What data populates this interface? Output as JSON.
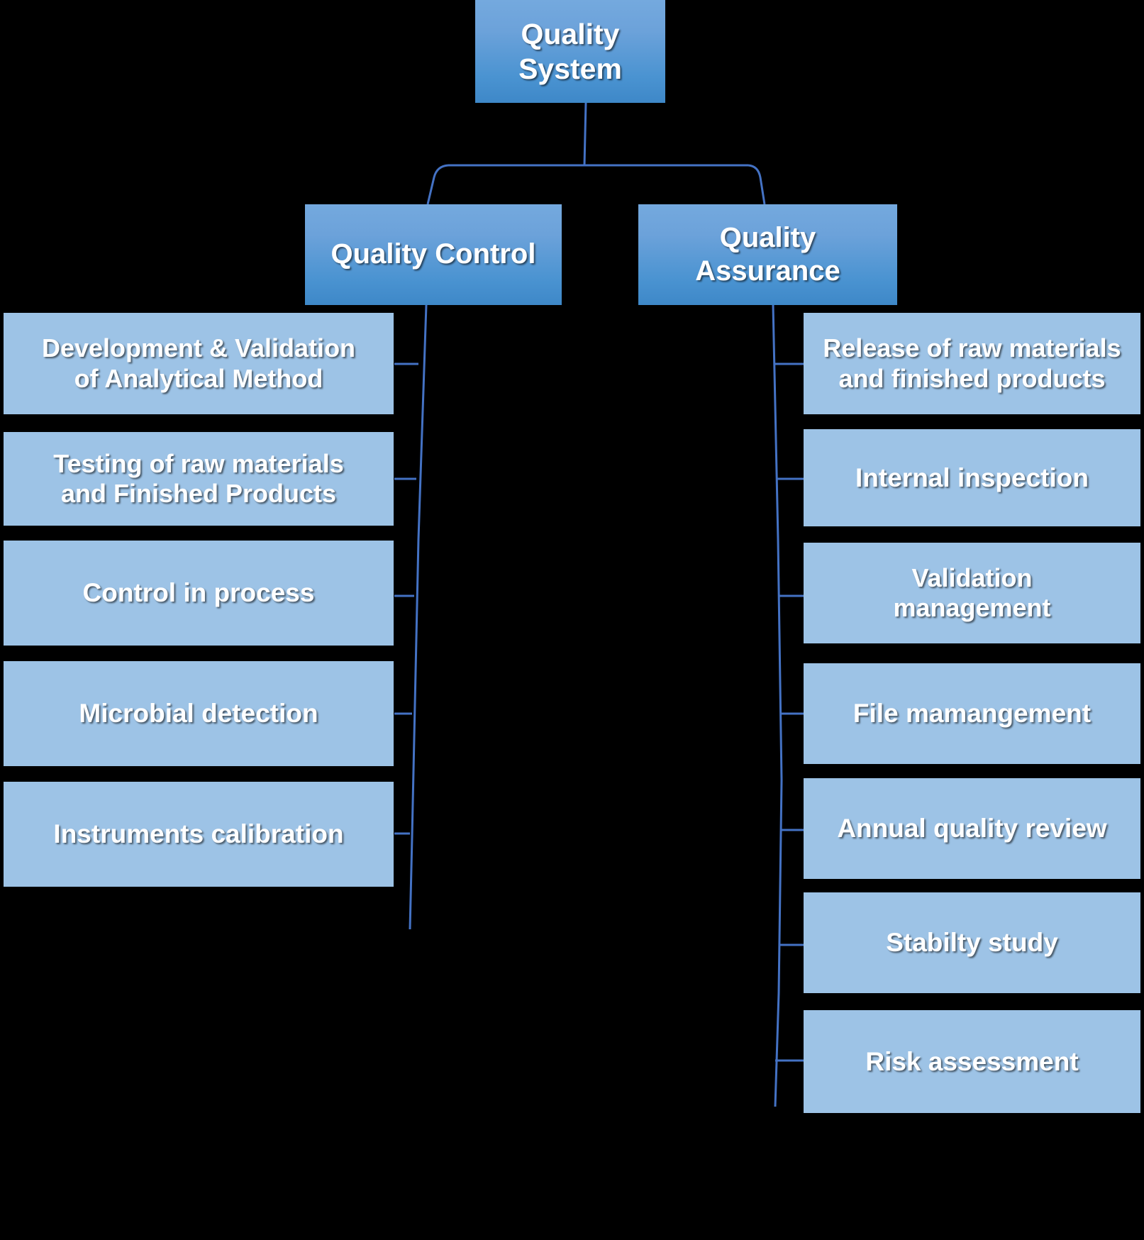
{
  "diagram": {
    "title": "Quality System organizational chart",
    "colors": {
      "background": "#000000",
      "node_gradient_top": "#74A9DE",
      "node_gradient_bottom": "#3E88C8",
      "leaf_fill": "#9DC3E6",
      "connector": "#4472C4",
      "text": "#FFFFFF"
    },
    "root": {
      "label": "Quality\nSystem",
      "line1": "Quality",
      "line2": "System"
    },
    "branches": [
      {
        "id": "quality-control",
        "label": "Quality Control",
        "line1": "Quality Control",
        "line2": "",
        "children": [
          {
            "line1": "Development & Validation",
            "line2": "of Analytical Method"
          },
          {
            "line1": "Testing of raw materials",
            "line2": "and Finished Products"
          },
          {
            "line1": "Control in process",
            "line2": ""
          },
          {
            "line1": "Microbial detection",
            "line2": ""
          },
          {
            "line1": "Instruments calibration",
            "line2": ""
          }
        ]
      },
      {
        "id": "quality-assurance",
        "label": "Quality Assurance",
        "line1": "Quality",
        "line2": "Assurance",
        "children": [
          {
            "line1": "Release of raw materials",
            "line2": "and finished products"
          },
          {
            "line1": "Internal inspection",
            "line2": ""
          },
          {
            "line1": "Validation",
            "line2": "management"
          },
          {
            "line1": "File mamangement",
            "line2": ""
          },
          {
            "line1": "Annual quality review",
            "line2": ""
          },
          {
            "line1": "Stabilty study",
            "line2": ""
          },
          {
            "line1": "Risk assessment",
            "line2": ""
          }
        ]
      }
    ]
  }
}
